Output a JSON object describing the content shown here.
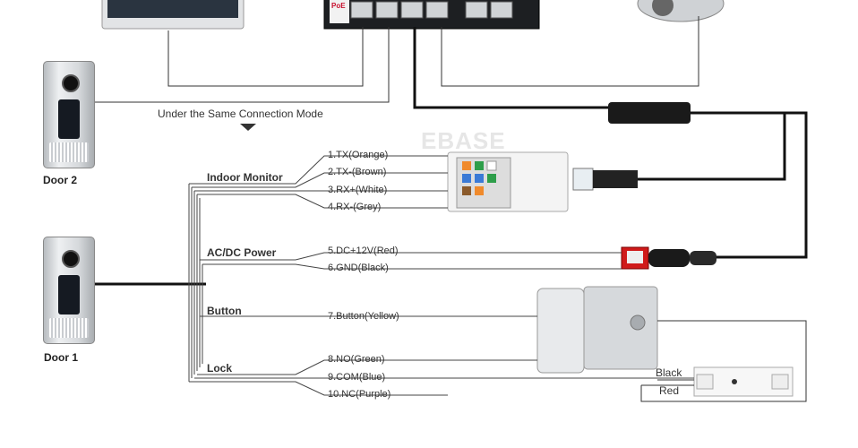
{
  "header_caption": "Under the Same Connection Mode",
  "watermark": "EBASE",
  "doors": [
    {
      "label": "Door 2"
    },
    {
      "label": "Door 1"
    }
  ],
  "groups": {
    "indoor_monitor": "Indoor Monitor",
    "power": "AC/DC Power",
    "button": "Button",
    "lock": "Lock"
  },
  "wires": [
    "1.TX(Orange)",
    "2.TX-(Brown)",
    "3.RX+(White)",
    "4.RX-(Grey)",
    "5.DC+12V(Red)",
    "6.GND(Black)",
    "7.Button(Yellow)",
    "8.NO(Green)",
    "9.COM(Blue)",
    "10.NC(Purple)"
  ],
  "switch_label": "PoE",
  "power_box": {
    "black": "Black",
    "red": "Red"
  },
  "colors": {
    "cable": "#111111",
    "wire": "#555555",
    "poe_red": "#c8102e"
  }
}
